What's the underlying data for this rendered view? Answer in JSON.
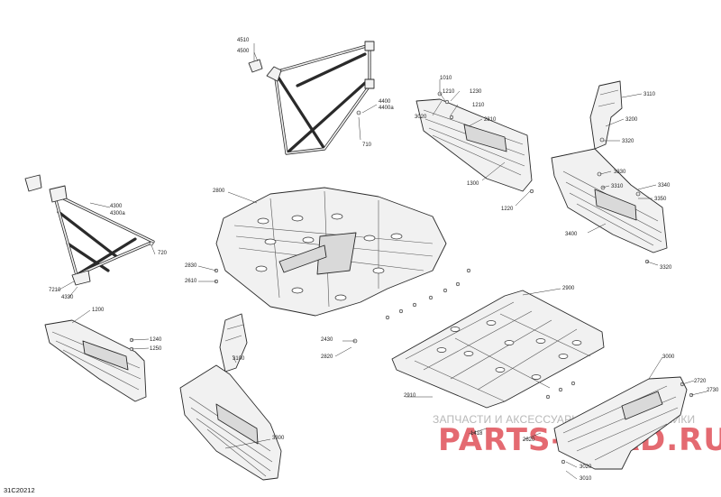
{
  "drawing_id": "31C20212",
  "watermark": {
    "text": "ЗАПЧАСТИ И АКСЕССУАРЫ ДЛЯ МОТОТЕХНИКИ",
    "logo": "PARTS-ROAD.RU",
    "color": "#e25a62"
  },
  "callouts": [
    {
      "label": "4510"
    },
    {
      "label": "4500"
    },
    {
      "label": "4400"
    },
    {
      "label": "4400a"
    },
    {
      "label": "710"
    },
    {
      "label": "1010"
    },
    {
      "label": "1210"
    },
    {
      "label": "1230"
    },
    {
      "label": "1210"
    },
    {
      "label": "3020"
    },
    {
      "label": "2810"
    },
    {
      "label": "1300"
    },
    {
      "label": "1220"
    },
    {
      "label": "3110"
    },
    {
      "label": "3200"
    },
    {
      "label": "3320"
    },
    {
      "label": "3330"
    },
    {
      "label": "3340"
    },
    {
      "label": "3310"
    },
    {
      "label": "3350"
    },
    {
      "label": "3400"
    },
    {
      "label": "3320"
    },
    {
      "label": "2800"
    },
    {
      "label": "2830"
    },
    {
      "label": "2610"
    },
    {
      "label": "4300"
    },
    {
      "label": "4300a"
    },
    {
      "label": "720"
    },
    {
      "label": "7210"
    },
    {
      "label": "4330"
    },
    {
      "label": "1200"
    },
    {
      "label": "1240"
    },
    {
      "label": "1250"
    },
    {
      "label": "3100"
    },
    {
      "label": "3300"
    },
    {
      "label": "2900"
    },
    {
      "label": "2430"
    },
    {
      "label": "2820"
    },
    {
      "label": "2910"
    },
    {
      "label": "3000"
    },
    {
      "label": "2720"
    },
    {
      "label": "2730"
    },
    {
      "label": "1418"
    },
    {
      "label": "2620"
    },
    {
      "label": "3020"
    },
    {
      "label": "3010"
    }
  ]
}
